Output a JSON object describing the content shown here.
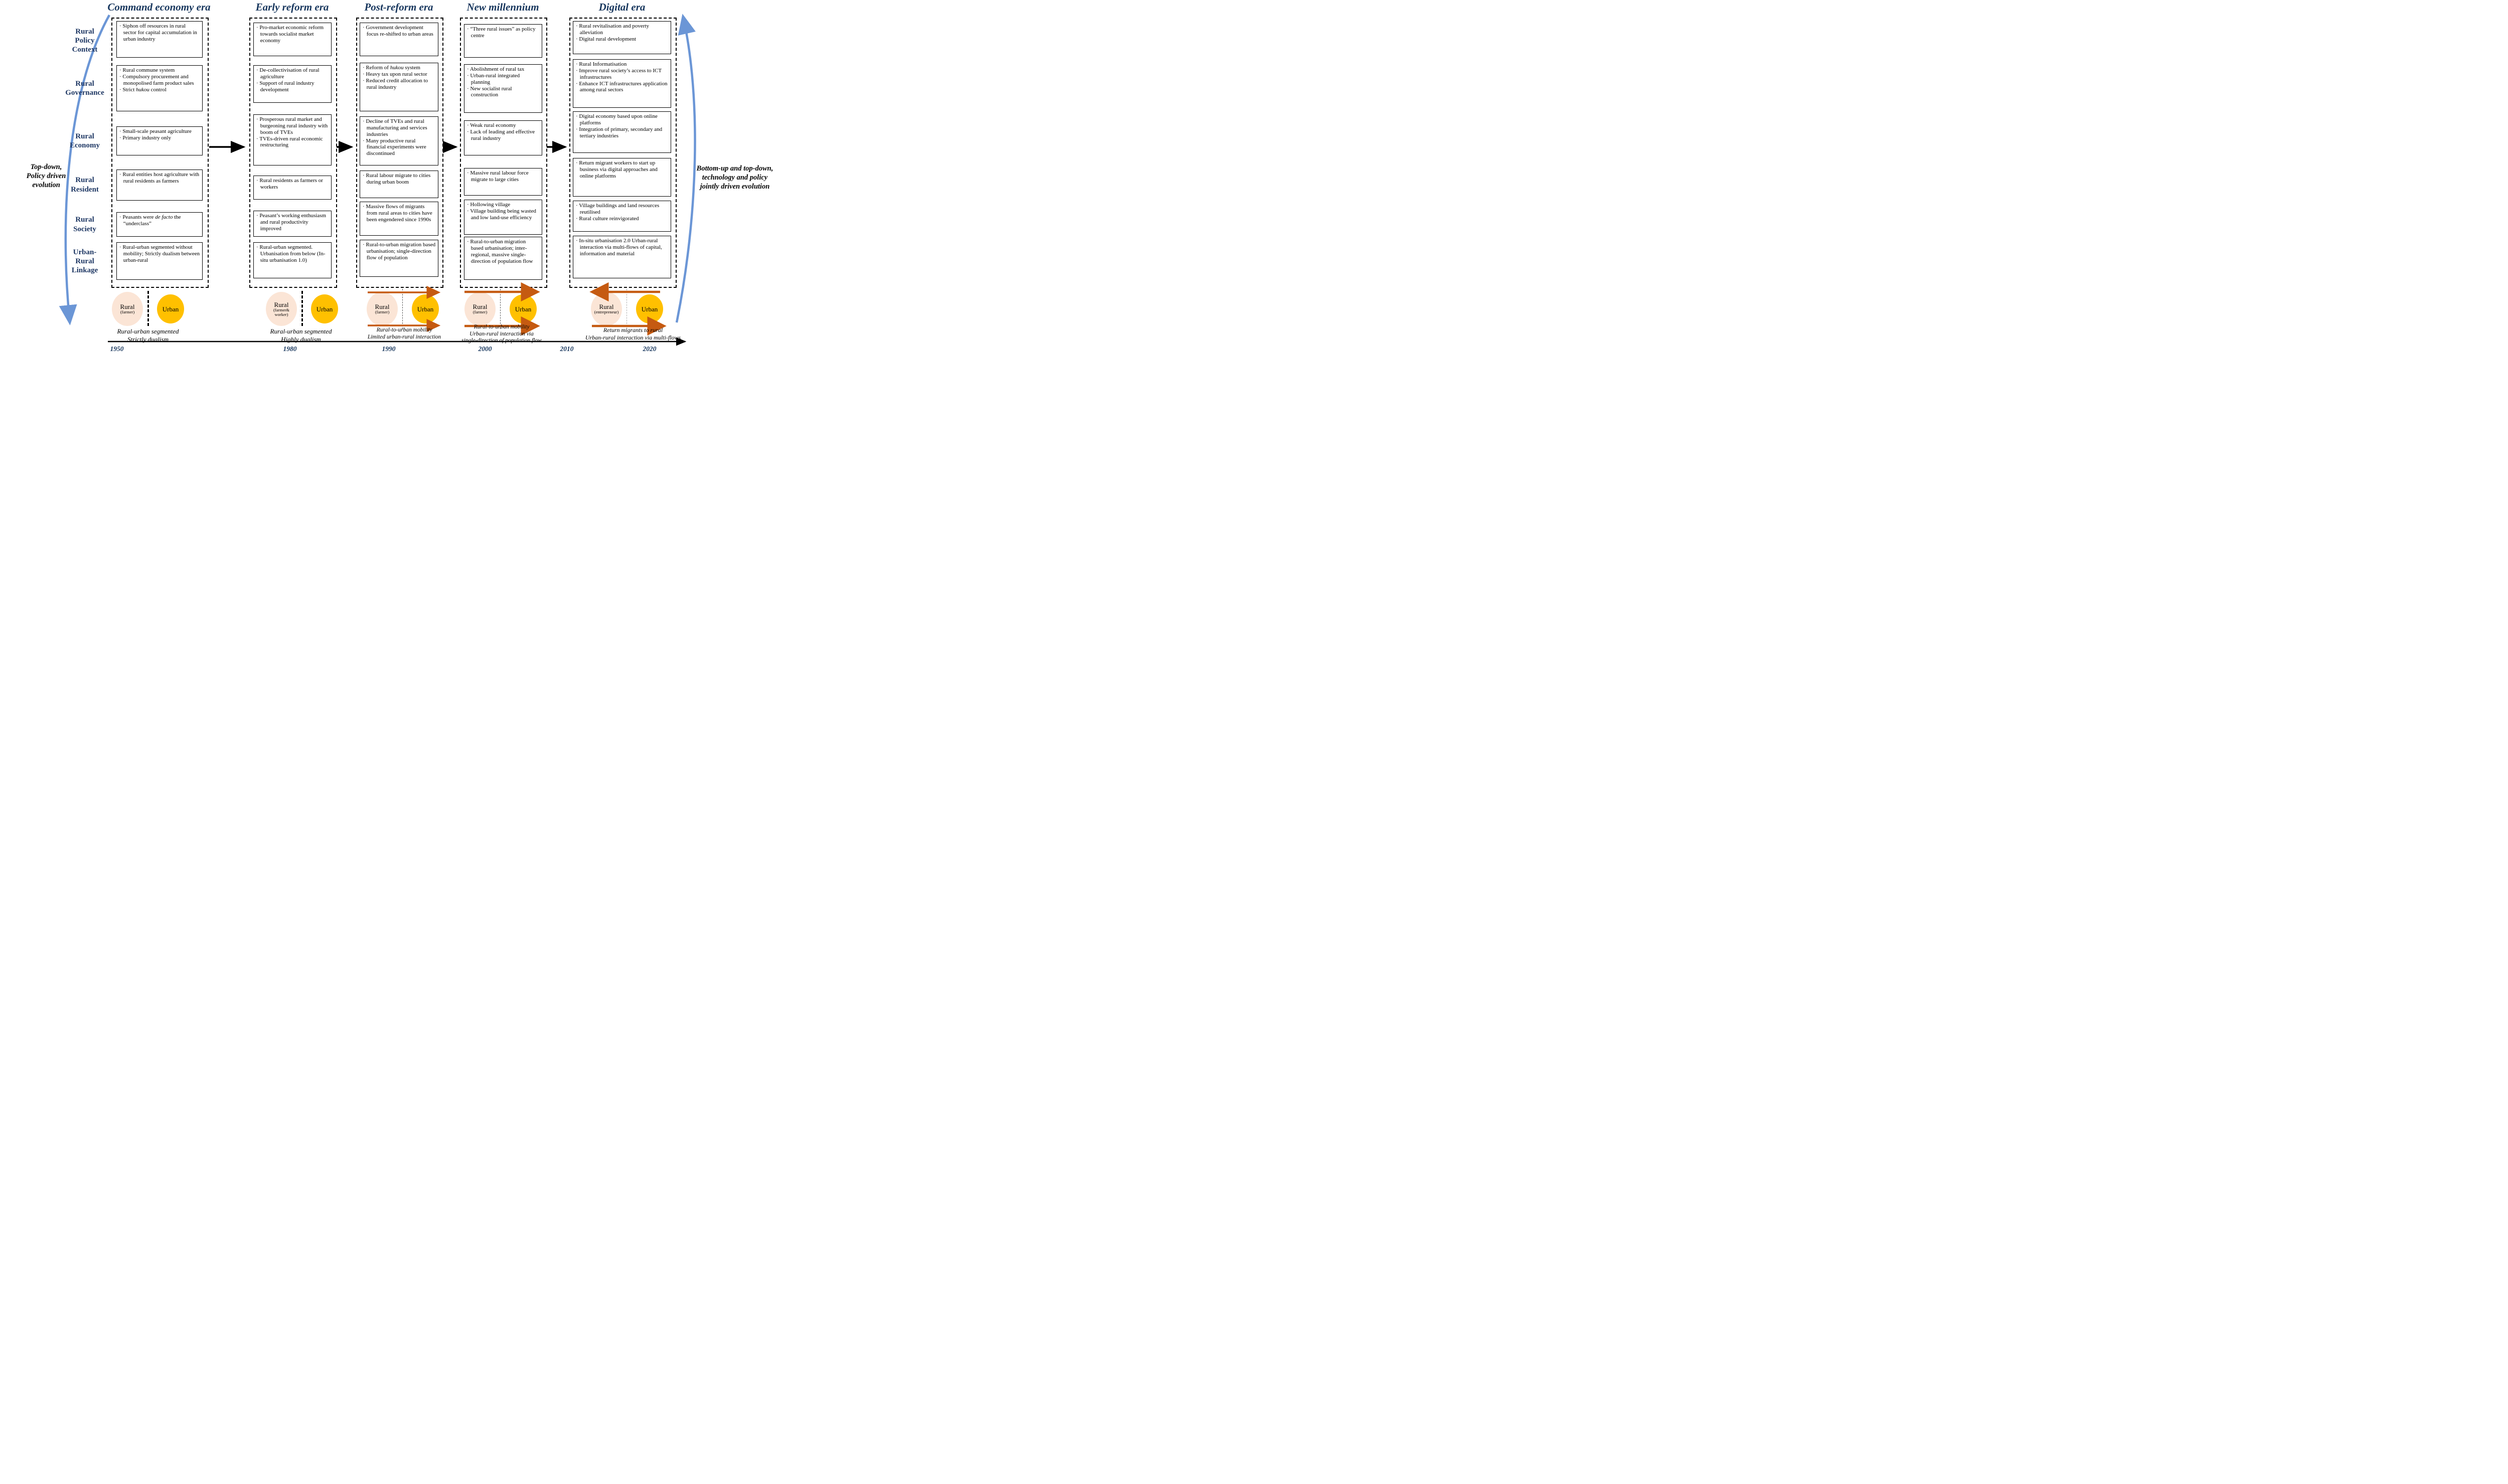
{
  "eras": [
    {
      "title": "Command economy era",
      "rows": [
        [
          "Siphon off resources in rural sector for capital accumulation in urban industry"
        ],
        [
          "Rural commune system",
          "Compulsory procurement and monopolised farm product sales",
          "Strict *hukou* control"
        ],
        [
          "Small-scale peasant agriculture",
          "Primary industry only"
        ],
        [
          "Rural entities host agriculture with rural residents as farmers"
        ],
        [
          "Peasants were *de facto* the “underclass”"
        ],
        [
          "Rural-urban segmented without mobility; Strictly dualism between urban-rural"
        ]
      ]
    },
    {
      "title": "Early reform era",
      "rows": [
        [
          "Pro-market economic reform towards socialist market economy"
        ],
        [
          "De-collectivisation of rural agriculture",
          "Support of rural industry development"
        ],
        [
          "Prosperous rural market and burgeoning rural industry with boom of TVEs",
          "TVEs-driven rural economic restructuring"
        ],
        [
          "Rural residents as farmers or workers"
        ],
        [
          "Peasant’s working enthusiasm and rural productivity improved"
        ],
        [
          "Rural-urban segmented. Urbanisation from below (In-situ urbanisation 1.0)"
        ]
      ]
    },
    {
      "title": "Post-reform era",
      "rows": [
        [
          "Government development focus re-shifted to urban areas"
        ],
        [
          "Reform of *hukou* system",
          "Heavy tax upon rural sector",
          "Reduced credit allocation to rural industry"
        ],
        [
          "Decline of TVEs and rural manufacturing and services industries",
          "Many productive rural financial experiments were discontinued"
        ],
        [
          "Rural labour migrate to cities during urban boom"
        ],
        [
          "Massive flows of migrants from rural areas to cities have been engendered since 1990s"
        ],
        [
          "Rural-to-urban migration based urbanisation; single-direction flow of population"
        ]
      ]
    },
    {
      "title": "New millennium",
      "rows": [
        [
          "“Three rural issues” as policy centre"
        ],
        [
          "Abolishment of rural tax",
          "Urban-rural integrated planning",
          "New socialist rural construction"
        ],
        [
          "Weak rural economy",
          "Lack of leading and effective rural industry"
        ],
        [
          "Massive rural labour force migrate to large cities"
        ],
        [
          "Hollowing village",
          "Village building being wasted and low land-use efficiency"
        ],
        [
          "Rural-to-urban migration based urbanisation; inter-regional, massive single-direction of population flow"
        ]
      ]
    },
    {
      "title": "Digital era",
      "rows": [
        [
          "Rural revitalisation and poverty alleviation",
          "Digital rural development"
        ],
        [
          "Rural Informatisation",
          "Improve rural society’s access to ICT infrastructures",
          "Enhance ICT infrastructures application among rural sectors"
        ],
        [
          "Digital economy based upon online platforms",
          "Integration of primary, secondary and tertiary industries"
        ],
        [
          "Return migrant workers to start up business via digital approaches and online platforms"
        ],
        [
          "Village buildings and land resources reutilised",
          "Rural culture reinvigorated"
        ],
        [
          "In-situ urbanisation 2.0 Urban-rural interaction via multi-flows of capital, information and material"
        ]
      ]
    }
  ],
  "row_labels": [
    "Rural\nPolicy\nContext",
    "Rural\nGovernance",
    "Rural\nEconomy",
    "Rural\nResident",
    "Rural\nSociety",
    "Urban-\nRural\nLinkage"
  ],
  "side_labels": {
    "left": "Top-down,\nPolicy driven\nevolution",
    "right": "Bottom-up and top-down,\ntechnology and policy\njointly driven evolution"
  },
  "bottom": {
    "groups": [
      {
        "rural": "Rural",
        "rural_sub": "(farmer)",
        "urban": "Urban",
        "caption": "Rural-urban segmented\nStrictly dualism"
      },
      {
        "rural": "Rural",
        "rural_sub": "(farmer&\nworker)",
        "urban": "Urban",
        "caption": "Rural-urban segmented\nHighly dualism"
      },
      {
        "rural": "Rural",
        "rural_sub": "(farmer)",
        "urban": "Urban",
        "caption": "Rural-to-urban mobility\nLimited urban-rural interaction"
      },
      {
        "rural": "Rural",
        "rural_sub": "(farmer)",
        "urban": "Urban",
        "caption": "Rural-to-urban mobility\nUrban-rural interaction via\nsingle-direction of population flow"
      },
      {
        "rural": "Rural",
        "rural_sub": "(entrepreneur)",
        "urban": "Urban",
        "caption": "Return migrants to rural\nUrban-rural interaction via multi-flows"
      }
    ]
  },
  "timeline": {
    "years": [
      "1950",
      "1980",
      "1990",
      "2000",
      "2010",
      "2020"
    ]
  },
  "colors": {
    "navy": "#17365D",
    "evolution_arrow_blue": "#6B96D6",
    "rural_circle": "#FBE5D6",
    "urban_circle": "#FFC000",
    "migration_arrow_orange": "#C55A11"
  }
}
